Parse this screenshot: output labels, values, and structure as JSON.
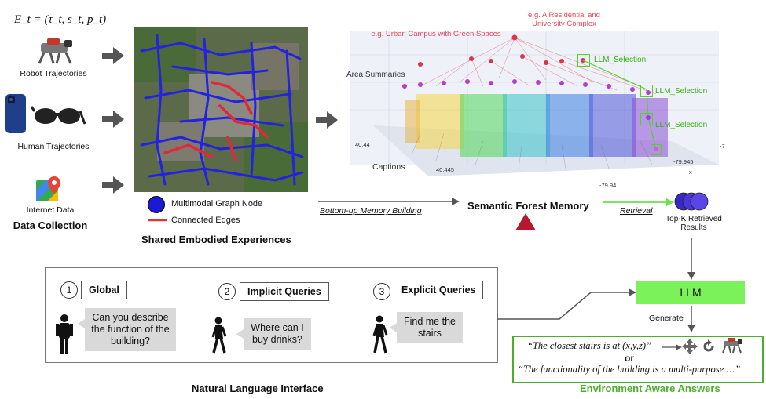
{
  "equation": "E_t = (τ_t, s_t, p_t)",
  "data_collection": {
    "robot_label": "Robot Trajectories",
    "human_label": "Human Trajectories",
    "internet_label": "Internet Data",
    "title": "Data Collection"
  },
  "shared": {
    "node_legend": "Multimodal Graph Node",
    "edge_legend": "Connected Edges",
    "title": "Shared Embodied Experiences"
  },
  "forest": {
    "urban_label": "e.g. Urban Campus with Green Spaces",
    "residential_label": "e.g. A Residential and University Complex",
    "area_summaries": "Area Summaries",
    "captions": "Captions",
    "llm_selection_1": "LLM_Selection",
    "llm_selection_2": "LLM_Selection",
    "llm_selection_3": "LLM_Selection",
    "axis_1": "40.44",
    "axis_2": "40.445",
    "axis_3": "-79.945",
    "axis_4": "-79.94",
    "axis_x": "x",
    "axis_7": "-7",
    "title": "Semantic Forest Memory"
  },
  "flow": {
    "bottom_up": "Bottom-up Memory Building",
    "retrieval": "Retrieval",
    "topk": "Top-K Retrieved Results"
  },
  "interface": {
    "q1_num": "1",
    "q1_tag": "Global",
    "q1_text": "Can you describe the function of the building?",
    "q2_num": "2",
    "q2_tag": "Implicit Queries",
    "q2_text": "Where can I buy drinks?",
    "q3_num": "3",
    "q3_tag": "Explicit Queries",
    "q3_text": "Find me the stairs",
    "title": "Natural Language Interface"
  },
  "answers": {
    "llm": "LLM",
    "generate": "Generate",
    "line1": "“The closest stairs is at (x,y,z)”",
    "or": "or",
    "line2": "“The functionality of the building is a multi-purpose …”",
    "title": "Environment Aware Answers"
  },
  "colors": {
    "node_blue": "#1a1ad6",
    "edge_red": "#e0313e",
    "llm_green": "#7cf25a",
    "answer_green": "#4caf2a",
    "triangle_red": "#b5182f"
  }
}
